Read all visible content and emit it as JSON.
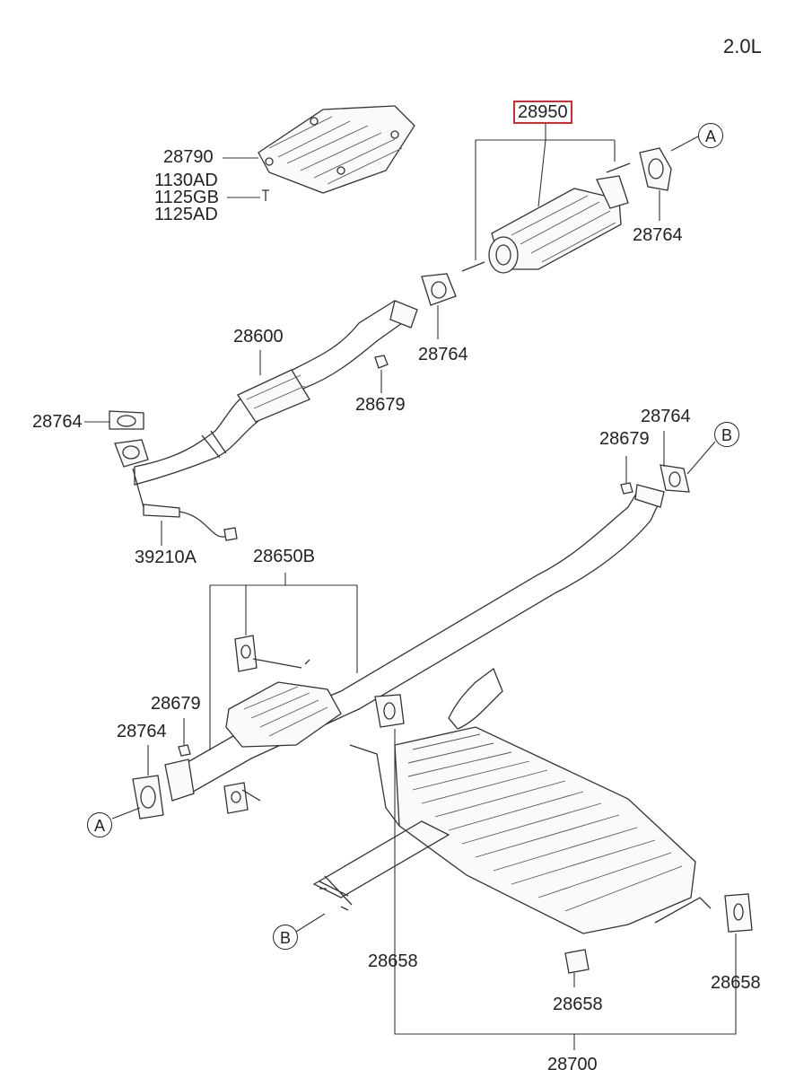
{
  "engine": "2.0L",
  "callouts": [
    "A",
    "A",
    "B",
    "B"
  ],
  "parts": {
    "p28950": "28950",
    "p28790": "28790",
    "p1130AD": "1130AD",
    "p1125GB": "1125GB",
    "p1125AD": "1125AD",
    "p28764": "28764",
    "p28600": "28600",
    "p28679": "28679",
    "p39210A": "39210A",
    "p28650B": "28650B",
    "p28658": "28658",
    "p28700": "28700"
  },
  "colors": {
    "highlight": "#d9282f",
    "line": "#333333"
  }
}
